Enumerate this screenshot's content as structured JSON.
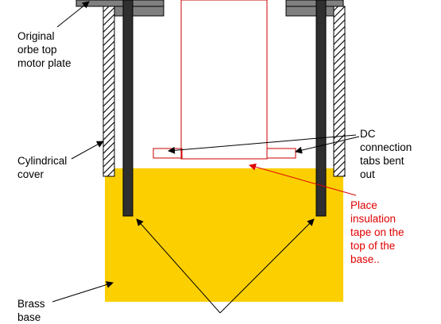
{
  "labels": {
    "motor_plate": [
      "Original",
      "orbe top",
      "motor plate"
    ],
    "cover": [
      "Cylindrical",
      "cover"
    ],
    "dc_tabs": [
      "DC",
      "connection",
      "tabs bent",
      "out"
    ],
    "insulation": [
      "Place",
      "insulation",
      "tape on the",
      "top of the",
      "base.."
    ],
    "brass": [
      "Brass",
      "base"
    ]
  },
  "colors": {
    "brass": "#fccf00",
    "plate": "#808080",
    "rod": "#2f2f2f",
    "outline": "#cc0000",
    "annotation": "#e00000",
    "arrow": "#000000"
  }
}
